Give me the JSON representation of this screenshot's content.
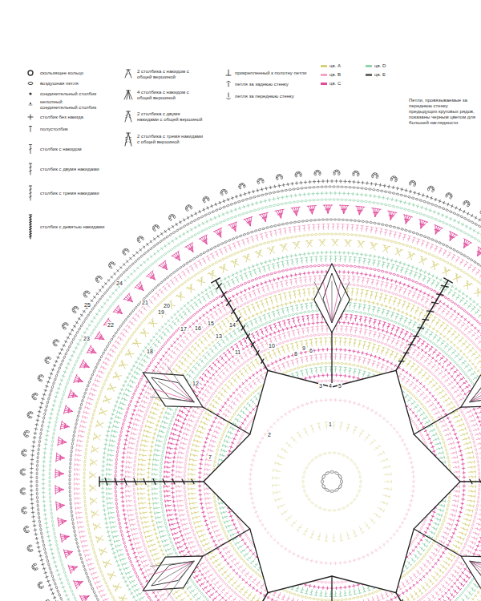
{
  "diagram": {
    "labels": [
      "1",
      "2",
      "3",
      "4",
      "5",
      "6",
      "7",
      "8",
      "9",
      "10",
      "11",
      "12",
      "13",
      "14",
      "15",
      "16",
      "17",
      "18",
      "19",
      "20",
      "21",
      "22",
      "23",
      "24",
      "25",
      "Петли, провязываемые за переднюю стенку предыдущих круговых рядов, показаны черным цветом для большей наглядности."
    ],
    "legend": [
      {
        "text": "скользящее кольцо"
      },
      {
        "text": "воздушная петля"
      },
      {
        "text": "соединительный столбик"
      },
      {
        "text": "неполный соединительный столбик"
      },
      {
        "text": "столбик без накида"
      },
      {
        "text": "полустолбик"
      },
      {
        "text": "столбик с накидом"
      },
      {
        "text": "столбик с двумя накидами"
      },
      {
        "text": "столбик с тремя накидами"
      },
      {
        "text": "столбик с девятью накидами"
      },
      {
        "text": "2 столбика с накидом с общей вершиной"
      },
      {
        "text": "4 столбика с накидом с общей вершиной"
      },
      {
        "text": "2 столбика с двумя накидами с общей вершиной"
      },
      {
        "text": "2 столбика с тремя накидами с общей вершиной"
      },
      {
        "text": "прикрепленный к полотну петли"
      },
      {
        "text": "петля за заднюю стенку"
      },
      {
        "text": "петля за переднюю стенку"
      },
      {
        "text": "цв. A",
        "color": "#d6d07a"
      },
      {
        "text": "цв. B",
        "color": "#f2a3c6"
      },
      {
        "text": "цв. C",
        "color": "#e04b9c"
      },
      {
        "text": "цв. D",
        "color": "#93d3ad"
      },
      {
        "text": "цв. E",
        "color": "#666666"
      }
    ]
  }
}
